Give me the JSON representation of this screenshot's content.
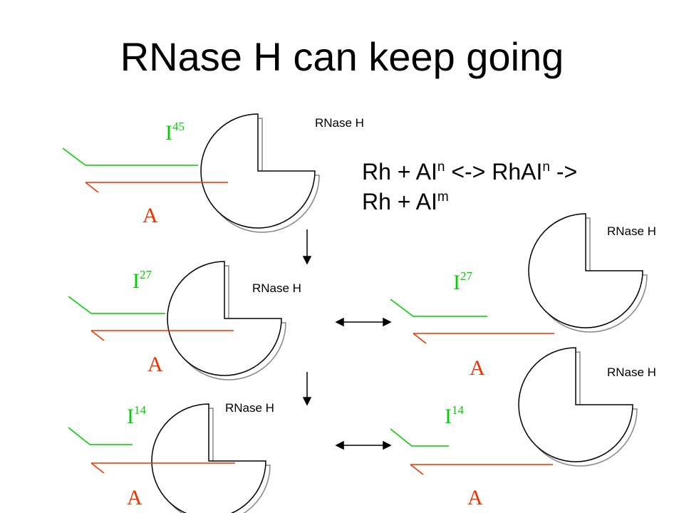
{
  "slide": {
    "title": "RNase H can keep going",
    "equation": {
      "line1_pre": "Rh + AI",
      "line1_sup1": "n",
      "line1_mid": " <-> RhAI",
      "line1_sup2": "n",
      "line1_post": " ->",
      "line2_pre": "Rh + AI",
      "line2_sup": "m"
    }
  },
  "labels": {
    "enzyme": "RNase H",
    "template": "A",
    "inhibitor_base": "I",
    "i45": "45",
    "i27": "27",
    "i14": "14"
  },
  "colors": {
    "inhibitor_strand": "#00cc00",
    "template_strand": "#ee3300",
    "enzyme_outline": "#000000",
    "enzyme_shadow": "#888888"
  }
}
